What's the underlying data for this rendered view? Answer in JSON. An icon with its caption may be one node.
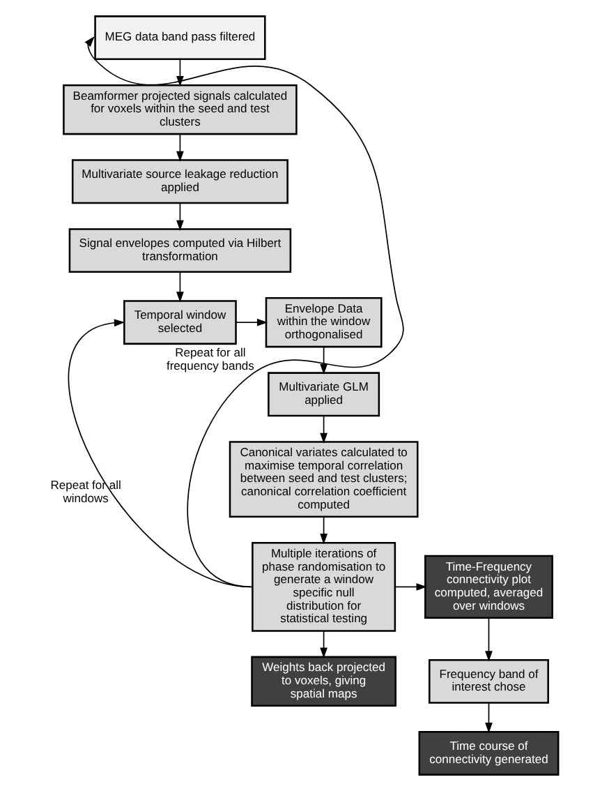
{
  "diagram": {
    "nodes": [
      {
        "text": [
          "MEG data band pass filtered"
        ]
      },
      {
        "text": [
          "Beamformer projected signals calculated for voxels within the seed and test clusters"
        ]
      },
      {
        "text": [
          "Multivariate source leakage reduction applied"
        ]
      },
      {
        "text": [
          "Signal envelopes computed via Hilbert transformation"
        ]
      },
      {
        "text": [
          "Temporal window selected"
        ]
      },
      {
        "text": [
          "Envelope Data within the window orthogonalised"
        ]
      },
      {
        "text": [
          "Multivariate GLM applied"
        ]
      },
      {
        "text": [
          "Canonical variates calculated to maximise temporal correlation between seed and test clusters; canonical correlation coefficient computed"
        ]
      },
      {
        "text": [
          "Multiple iterations of phase randomisation to generate a window specific null distribution for statistical testing"
        ]
      },
      {
        "text": [
          "Time-Frequency connectivity plot computed, averaged over windows"
        ]
      },
      {
        "text": [
          "Weights back projected to voxels, giving spatial maps"
        ]
      },
      {
        "text": [
          "Frequency band of interest chose"
        ]
      },
      {
        "text": [
          "Time course of connectivity generated"
        ]
      }
    ],
    "edges": [
      {
        "from": 0,
        "to": 1,
        "arrow": "to"
      },
      {
        "from": 1,
        "to": 2,
        "arrow": "to"
      },
      {
        "from": 2,
        "to": 3,
        "arrow": "to"
      },
      {
        "from": 3,
        "to": 4,
        "arrow": "to"
      },
      {
        "from": 4,
        "to": 5,
        "arrow": "to"
      },
      {
        "from": 5,
        "to": 6,
        "arrow": "to"
      },
      {
        "from": 6,
        "to": 7,
        "arrow": "to"
      },
      {
        "from": 7,
        "to": 8,
        "arrow": "to"
      },
      {
        "from": 8,
        "to": 9,
        "arrow": "to"
      },
      {
        "from": 8,
        "to": 10,
        "arrow": "to"
      },
      {
        "from": 9,
        "to": 11,
        "arrow": "to"
      },
      {
        "from": 11,
        "to": 12,
        "arrow": "to"
      },
      {
        "from": 8,
        "to": 4,
        "arrow": "to",
        "label": "Repeat for all windows"
      },
      {
        "from": 8,
        "to": 0,
        "arrow": "to",
        "label": "Repeat for all frequency bands"
      }
    ]
  }
}
